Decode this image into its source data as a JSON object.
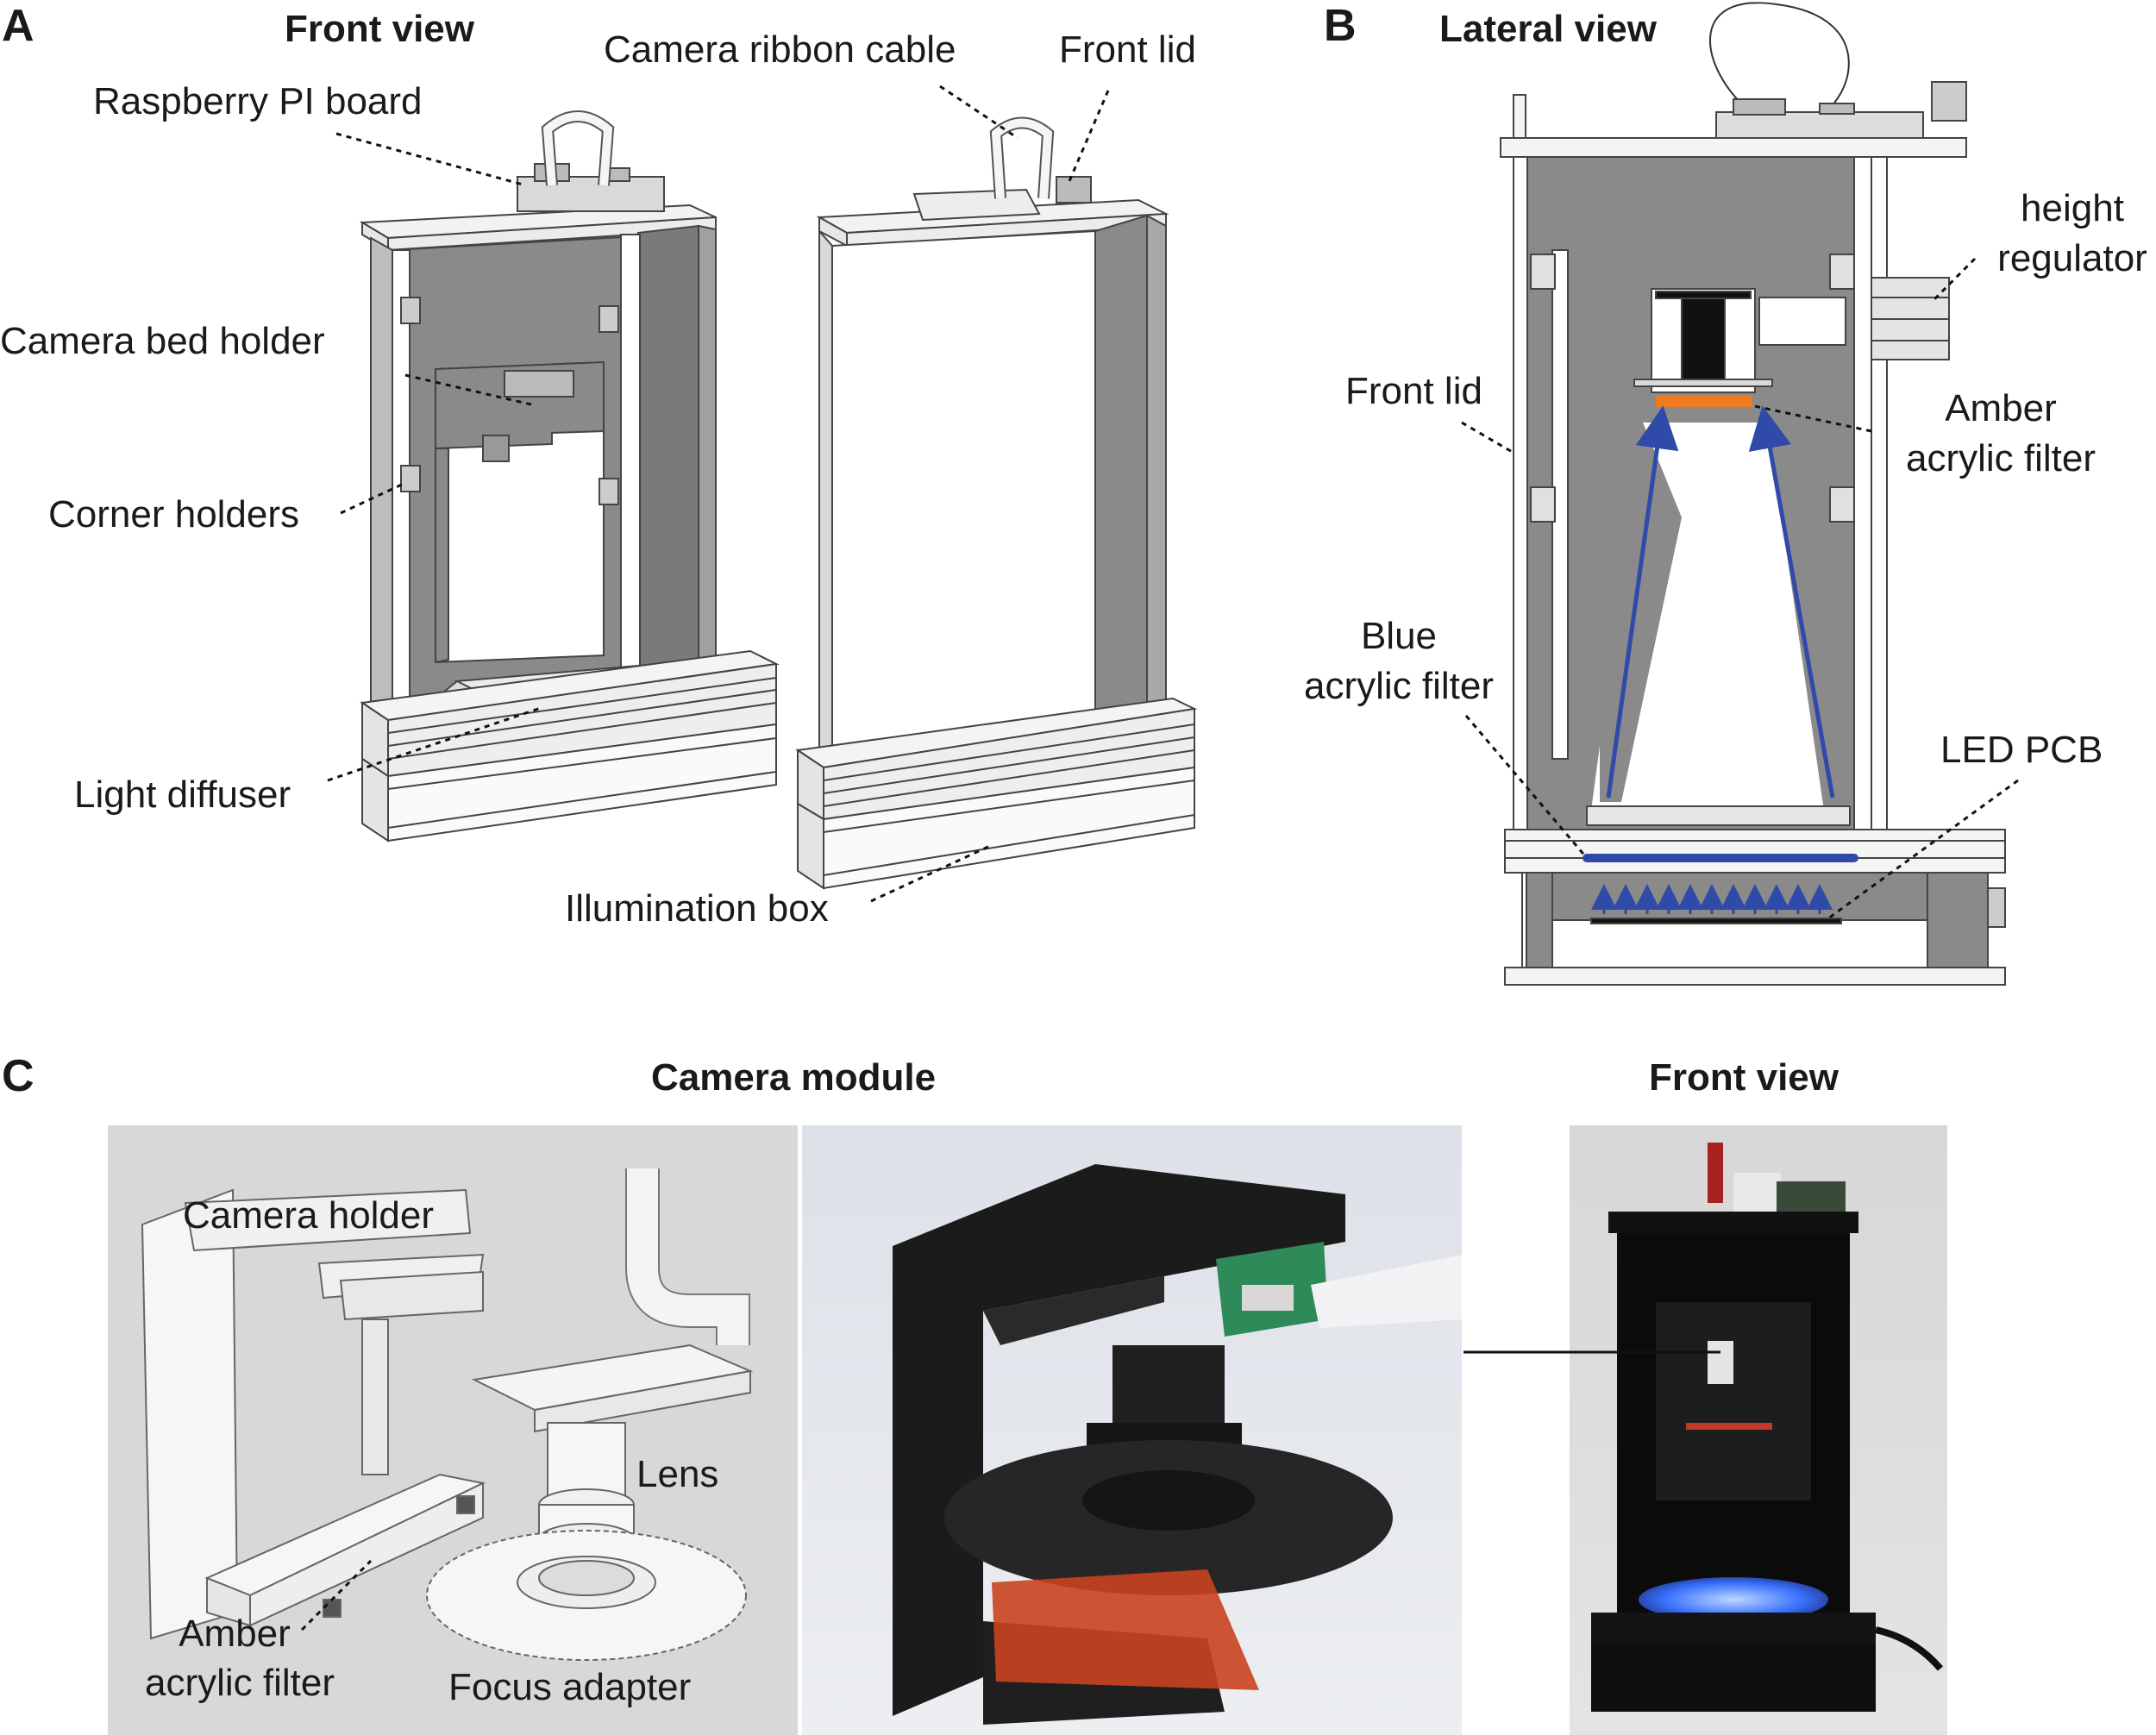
{
  "panels": {
    "a": "A",
    "b": "B",
    "c": "C"
  },
  "headings": {
    "front_view_a": "Front view",
    "lateral_view": "Lateral view",
    "camera_module": "Camera module",
    "front_view_c": "Front view"
  },
  "labels_a": {
    "raspberry": "Raspberry PI board",
    "ribbon": "Camera ribbon cable",
    "front_lid": "Front lid",
    "camera_bed": "Camera bed holder",
    "corner_holders": "Corner holders",
    "light_diffuser": "Light diffuser",
    "illumination_box": "Illumination box"
  },
  "labels_b": {
    "height_1": "height",
    "height_2": "regulator",
    "front_lid": "Front lid",
    "amber_1": "Amber",
    "amber_2": "acrylic filter",
    "blue_1": "Blue",
    "blue_2": "acrylic filter",
    "led_pcb": "LED PCB"
  },
  "labels_c": {
    "camera_holder": "Camera holder",
    "lens": "Lens",
    "amber_1": "Amber",
    "amber_2": "acrylic filter",
    "focus_adapter": "Focus adapter"
  },
  "colors": {
    "panel_gray": "#8a8a8a",
    "amber": "#f07a1e",
    "blue": "#2f4aa8",
    "photo_bg": "#dfe2e8"
  }
}
